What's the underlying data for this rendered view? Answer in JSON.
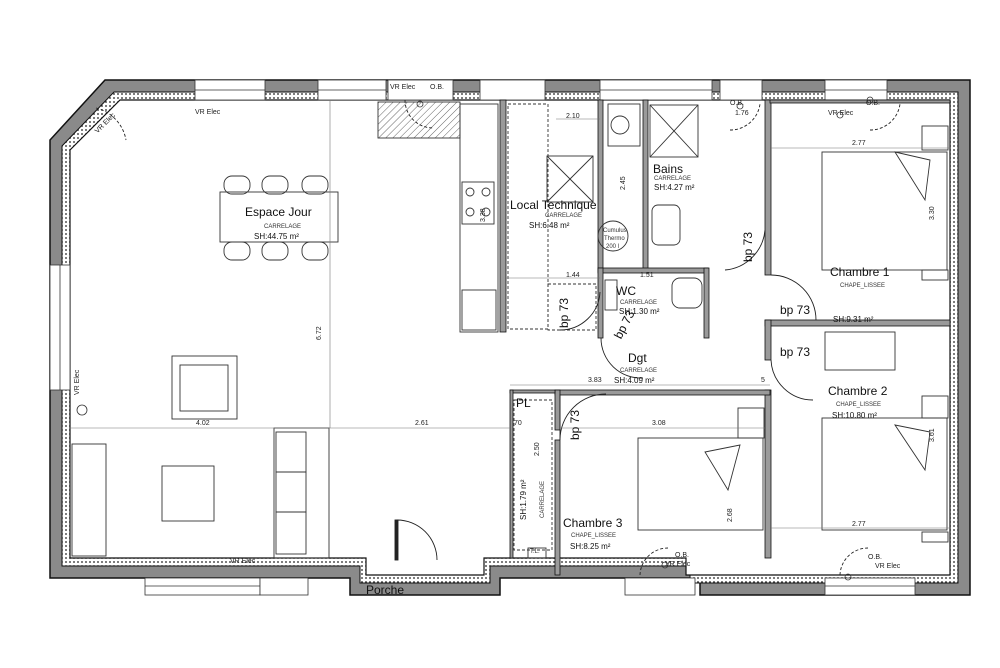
{
  "rooms": {
    "espace_jour": {
      "name": "Espace Jour",
      "floor": "CARRELAGE",
      "area": "SH:44.75 m²"
    },
    "local_technique": {
      "name": "Local Technique",
      "floor": "CARRELAGE",
      "area": "SH:6.48 m²"
    },
    "bains": {
      "name": "Bains",
      "floor": "CARRELAGE",
      "area": "SH:4.27 m²"
    },
    "wc": {
      "name": "WC",
      "floor": "CARRELAGE",
      "area": "SH:1.30 m²"
    },
    "dgt": {
      "name": "Dgt",
      "floor": "CARRELAGE",
      "area": "SH:4.09 m²"
    },
    "chambre1": {
      "name": "Chambre 1",
      "floor": "CHAPE_LISSEE",
      "area": "SH:9.31 m²"
    },
    "chambre2": {
      "name": "Chambre 2",
      "floor": "CHAPE_LISSEE",
      "area": "SH:10.80 m²"
    },
    "chambre3": {
      "name": "Chambre 3",
      "floor": "CHAPE_LISSEE",
      "area": "SH:8.25 m²"
    },
    "pl": {
      "name": "PL",
      "floor": "CARRELAGE",
      "area": "SH:1.79 m²"
    },
    "porche": {
      "name": "Porche"
    }
  },
  "labels": {
    "vr_elec": "VR Elec",
    "ob": "O.B.",
    "bp73": "bp 73",
    "cumulus": "Cumulus",
    "thermo": "Thermo",
    "thermo_cap": "200 l",
    "tl": "T.L."
  },
  "dimensions": {
    "d_2_10": "2.10",
    "d_2_45": "2.45",
    "d_3_38": "3.38",
    "d_1_44": "1.44",
    "d_1_51": "1.51",
    "d_1_76": "1.76",
    "d_2_77a": "2.77",
    "d_3_30": "3.30",
    "d_6_72": "6.72",
    "d_4_02": "4.02",
    "d_2_61": "2.61",
    "d_3_83": "3.83",
    "d_3_08": "3.08",
    "d_2_68": "2.68",
    "d_2_50": "2.50",
    "d_70": "70",
    "d_3_61": "3.61",
    "d_2_77b": "2.77",
    "d_5": "5"
  }
}
